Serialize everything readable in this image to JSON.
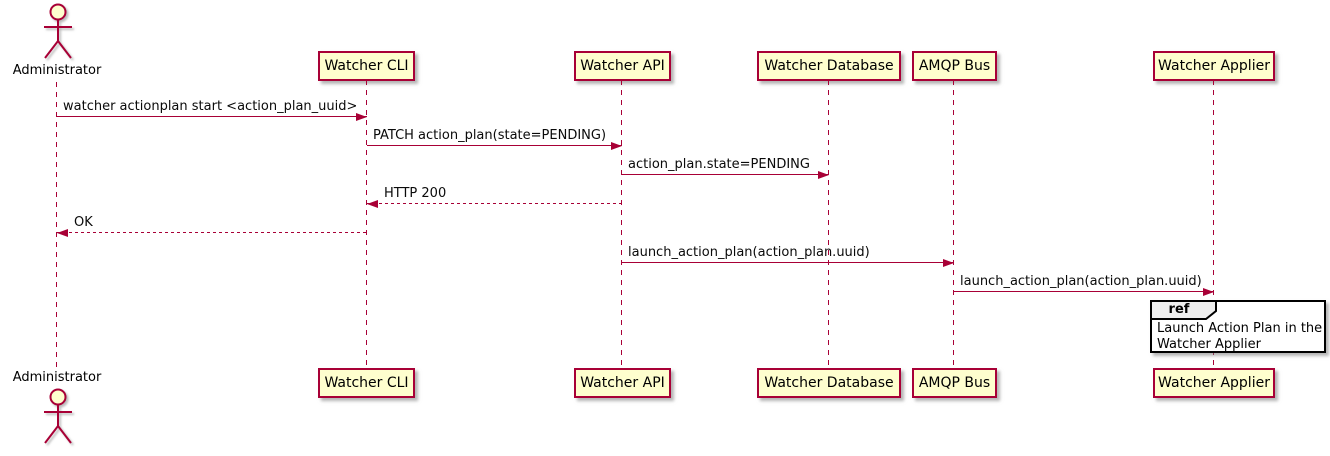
{
  "diagram_type": "uml-sequence-diagram",
  "actor": {
    "label": "Administrator"
  },
  "participants": [
    {
      "label": "Watcher CLI"
    },
    {
      "label": "Watcher API"
    },
    {
      "label": "Watcher Database"
    },
    {
      "label": "AMQP Bus"
    },
    {
      "label": "Watcher Applier"
    }
  ],
  "messages": [
    {
      "text": "watcher actionplan start <action_plan_uuid>",
      "from": "Administrator",
      "to": "Watcher CLI",
      "line": "solid",
      "direction": "right"
    },
    {
      "text": "PATCH action_plan(state=PENDING)",
      "from": "Watcher CLI",
      "to": "Watcher API",
      "line": "solid",
      "direction": "right"
    },
    {
      "text": "action_plan.state=PENDING",
      "from": "Watcher API",
      "to": "Watcher Database",
      "line": "solid",
      "direction": "right"
    },
    {
      "text": "HTTP 200",
      "from": "Watcher API",
      "to": "Watcher CLI",
      "line": "dashed",
      "direction": "left"
    },
    {
      "text": "OK",
      "from": "Watcher CLI",
      "to": "Administrator",
      "line": "dashed",
      "direction": "left"
    },
    {
      "text": "launch_action_plan(action_plan.uuid)",
      "from": "Watcher API",
      "to": "AMQP Bus",
      "line": "solid",
      "direction": "right"
    },
    {
      "text": "launch_action_plan(action_plan.uuid)",
      "from": "AMQP Bus",
      "to": "Watcher Applier",
      "line": "solid",
      "direction": "right"
    }
  ],
  "ref": {
    "keyword": "ref",
    "line1": "Launch Action Plan in the",
    "line2": "Watcher Applier",
    "over": "Watcher Applier"
  },
  "colors": {
    "accent": "#A80036",
    "participant_fill": "#FEFECE",
    "ref_header_fill": "#EEEEEE",
    "ref_border": "#000000",
    "text": "#000000",
    "background": "#FFFFFF"
  }
}
